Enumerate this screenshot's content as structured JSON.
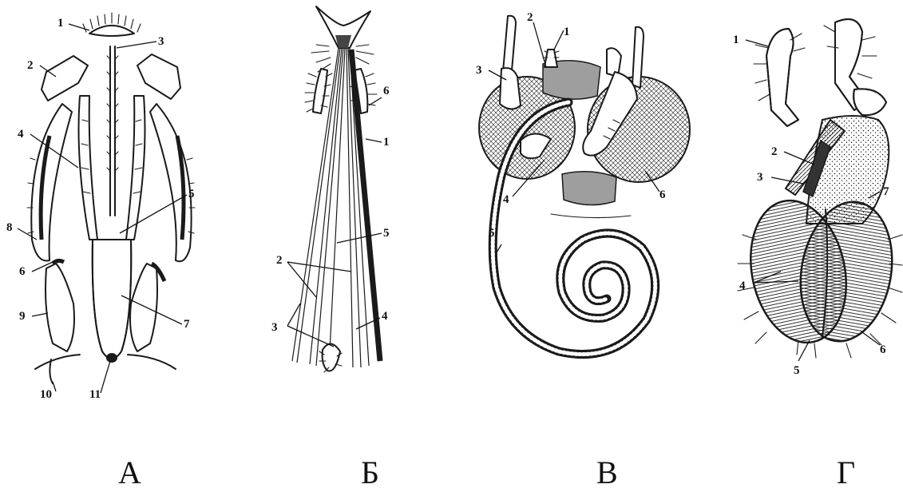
{
  "figure": {
    "panels": [
      {
        "id": "A",
        "caption": "А",
        "callouts": [
          "1",
          "2",
          "3",
          "4",
          "5",
          "6",
          "7",
          "8",
          "9",
          "10",
          "11"
        ]
      },
      {
        "id": "B",
        "caption": "Б",
        "callouts": [
          "1",
          "2",
          "3",
          "4",
          "5",
          "6"
        ]
      },
      {
        "id": "V",
        "caption": "В",
        "callouts": [
          "1",
          "2",
          "3",
          "4",
          "5",
          "6"
        ]
      },
      {
        "id": "G",
        "caption": "Г",
        "callouts": [
          "1",
          "2",
          "3",
          "4",
          "5",
          "6",
          "7"
        ]
      }
    ]
  },
  "colors": {
    "ink": "#1a1a1a",
    "shade": "#9e9e9e",
    "background": "#ffffff"
  }
}
